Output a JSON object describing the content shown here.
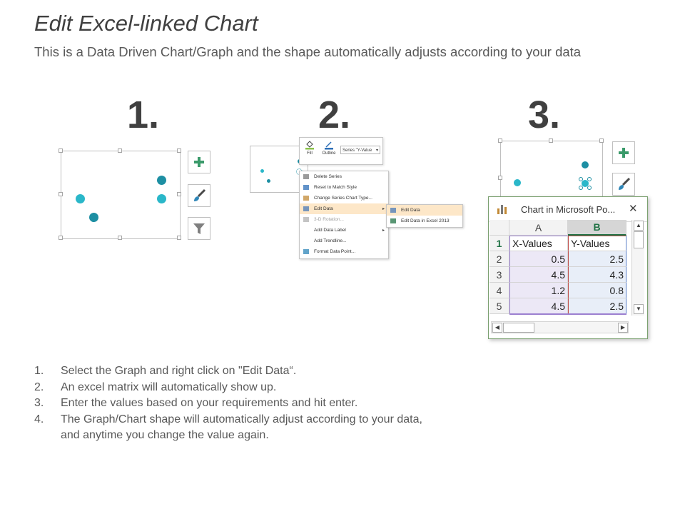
{
  "header": {
    "title": "Edit Excel-linked Chart",
    "subtitle": "This is a Data Driven Chart/Graph and the shape automatically adjusts according to your data"
  },
  "panels": [
    {
      "number": "1."
    },
    {
      "number": "2."
    },
    {
      "number": "3."
    }
  ],
  "colors": {
    "accent_teal": "#2ab7c9",
    "accent_dark_teal": "#1d8fa3",
    "excel_green": "#217346",
    "menu_highlight": "#fde7c8"
  },
  "chart_data": {
    "type": "scatter",
    "x": [
      0.5,
      4.5,
      1.2,
      4.5
    ],
    "y": [
      2.5,
      4.3,
      0.8,
      2.5
    ]
  },
  "ribbon": {
    "fill_label": "Fill",
    "outline_label": "Outline",
    "series_select": "Series \"Y-Value"
  },
  "context_menu": {
    "items": [
      {
        "label": "Delete Series",
        "icon": "delete-icon",
        "disabled": false,
        "submenu": false
      },
      {
        "label": "Reset to Match Style",
        "icon": "reset-icon",
        "disabled": false,
        "submenu": false
      },
      {
        "label": "Change Series Chart Type...",
        "icon": "chart-type-icon",
        "disabled": false,
        "submenu": false
      },
      {
        "label": "Edit Data",
        "icon": "edit-data-icon",
        "disabled": false,
        "submenu": true,
        "highlighted": true
      },
      {
        "label": "3-D Rotation...",
        "icon": "rotation-icon",
        "disabled": true,
        "submenu": false
      },
      {
        "label": "Add Data Label",
        "icon": "",
        "disabled": false,
        "submenu": true
      },
      {
        "label": "Add Trendline...",
        "icon": "",
        "disabled": false,
        "submenu": false
      },
      {
        "label": "Format Data Point...",
        "icon": "format-icon",
        "disabled": false,
        "submenu": false
      }
    ],
    "submenu_items": [
      {
        "label": "Edit Data",
        "icon": "edit-data-icon"
      },
      {
        "label": "Edit Data in Excel 2013",
        "icon": "excel-icon"
      }
    ]
  },
  "excel": {
    "window_title": "Chart in Microsoft Po...",
    "close_label": "✕",
    "columns": [
      "A",
      "B"
    ],
    "rows": [
      {
        "row": "1",
        "a": "X-Values",
        "b": "Y-Values"
      },
      {
        "row": "2",
        "a": "0.5",
        "b": "2.5"
      },
      {
        "row": "3",
        "a": "4.5",
        "b": "4.3"
      },
      {
        "row": "4",
        "a": "1.2",
        "b": "0.8"
      },
      {
        "row": "5",
        "a": "4.5",
        "b": "2.5"
      }
    ]
  },
  "instructions": [
    {
      "num": "1.",
      "text": "Select the Graph and right click on \"Edit Data“."
    },
    {
      "num": "2.",
      "text": "An excel matrix will automatically show up."
    },
    {
      "num": "3.",
      "text": "Enter the values based on your requirements and hit enter."
    },
    {
      "num": "4.",
      "text": "The Graph/Chart shape will automatically adjust according to your data,"
    },
    {
      "num": "",
      "text": "and anytime you change the value again."
    }
  ]
}
